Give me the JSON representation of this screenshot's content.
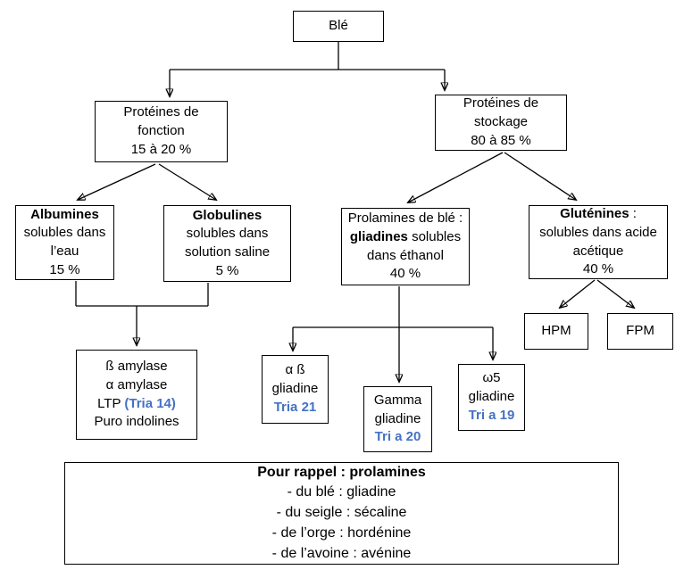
{
  "diagram": {
    "title": "Blé — classification des protéines",
    "colors": {
      "background": "#ffffff",
      "line": "#000000",
      "accent_blue": "#4472C4"
    },
    "nodes": {
      "ble": {
        "t1": "Blé"
      },
      "fonction": {
        "t1": "Protéines de",
        "t2": "fonction",
        "t3": "15 à 20 %"
      },
      "stockage": {
        "t1": "Protéines de",
        "t2": "stockage",
        "t3": "80 à 85 %"
      },
      "albumines": {
        "t1": "Albumines",
        "t2": "solubles dans",
        "t3": "l’eau",
        "t4": "15 %"
      },
      "globulines": {
        "t1": "Globulines",
        "t2": "solubles dans",
        "t3": "solution saline",
        "t4": "5 %"
      },
      "prolamines": {
        "t1": "Prolamines de blé :",
        "t2a": "gliadines",
        "t2b": " solubles",
        "t3": "dans éthanol",
        "t4": "40 %"
      },
      "glutenines": {
        "t1a": "Gluténines",
        "t1b": " :",
        "t2": "solubles dans acide",
        "t3": "acétique",
        "t4": "40 %"
      },
      "hpm": {
        "t1": "HPM"
      },
      "fpm": {
        "t1": "FPM"
      },
      "enzymes": {
        "t1": "ß amylase",
        "t2": "α amylase",
        "t3a": "LTP ",
        "t3b": "(Tria 14)",
        "t4": "Puro indolines"
      },
      "alpha_gliadine": {
        "t1": "α ß",
        "t2": "gliadine",
        "t3": "Tria 21"
      },
      "gamma_gliadine": {
        "t1": "Gamma",
        "t2": "gliadine",
        "t3": "Tri a 20"
      },
      "omega_gliadine": {
        "t1": "ω5",
        "t2": "gliadine",
        "t3": "Tri a 19"
      },
      "rappel": {
        "t1": "Pour rappel : prolamines",
        "t2": "- du blé : gliadine",
        "t3": "- du seigle : sécaline",
        "t4": "- de l’orge : hordénine",
        "t5": "- de l’avoine : avénine"
      }
    }
  }
}
